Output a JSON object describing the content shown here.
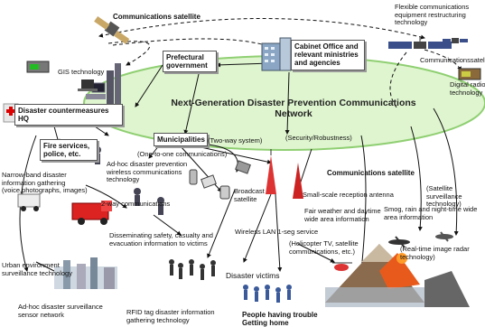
{
  "network_title": "Next-Generation Disaster Prevention Communications Network",
  "nodes": {
    "comm_sat_top": "Communications satellite",
    "comm_sat_mid": "Communications satellite",
    "comm_sat_right": "Communicationssatellite",
    "flexible_tech": "Flexible communications equipment restructuring technology",
    "gis": "GIS technology",
    "prefectural": "Prefectural government",
    "cabinet": "Cabinet Office and relevant ministries and agencies",
    "digital_radio": "Digital radio technology",
    "hq": "Disaster countermeasures HQ",
    "fire": "Fire services, police, etc.",
    "municipalities": "Municipalities",
    "two_way_system": "(Two-way system)",
    "security": "(Security/Robustness)",
    "one_to_one": "(One-to-one communications)",
    "narrowband": "Narrow-band disaster information gathering (voice,photographs, images)",
    "adhoc_wireless": "Ad-hoc disaster prevention wireless communications technology",
    "broadcast_sat": "Broadcast satellite",
    "small_scale": "Small-scale reception antenna",
    "fair_weather": "Fair weather and daytime wide area information",
    "satellite_surveillance": "(Satellite surveillance technology)",
    "smog": "Smog, rain and night-time wide area information",
    "two_way_comm": "2-way communications",
    "disseminating": "Disseminating safety, casualty and evacuation information to victims",
    "wireless_lan": "Wireless LAN 1-seg service",
    "helicopter": "(Helicopter TV, satellite communications, etc.)",
    "realtime_radar": "(Real-time image radar technology)",
    "urban_env": "Urban environment surveillance technology",
    "adhoc_sensor": "Ad-hoc disaster surveillance sensor network",
    "rfid": "RFID tag disaster information gathering technology",
    "victims": "Disaster victims",
    "trouble": "People having trouble Getting home"
  },
  "colors": {
    "ellipse_fill": "#dff5cf",
    "ellipse_stroke": "#8fcf72",
    "arrow": "#111111"
  }
}
